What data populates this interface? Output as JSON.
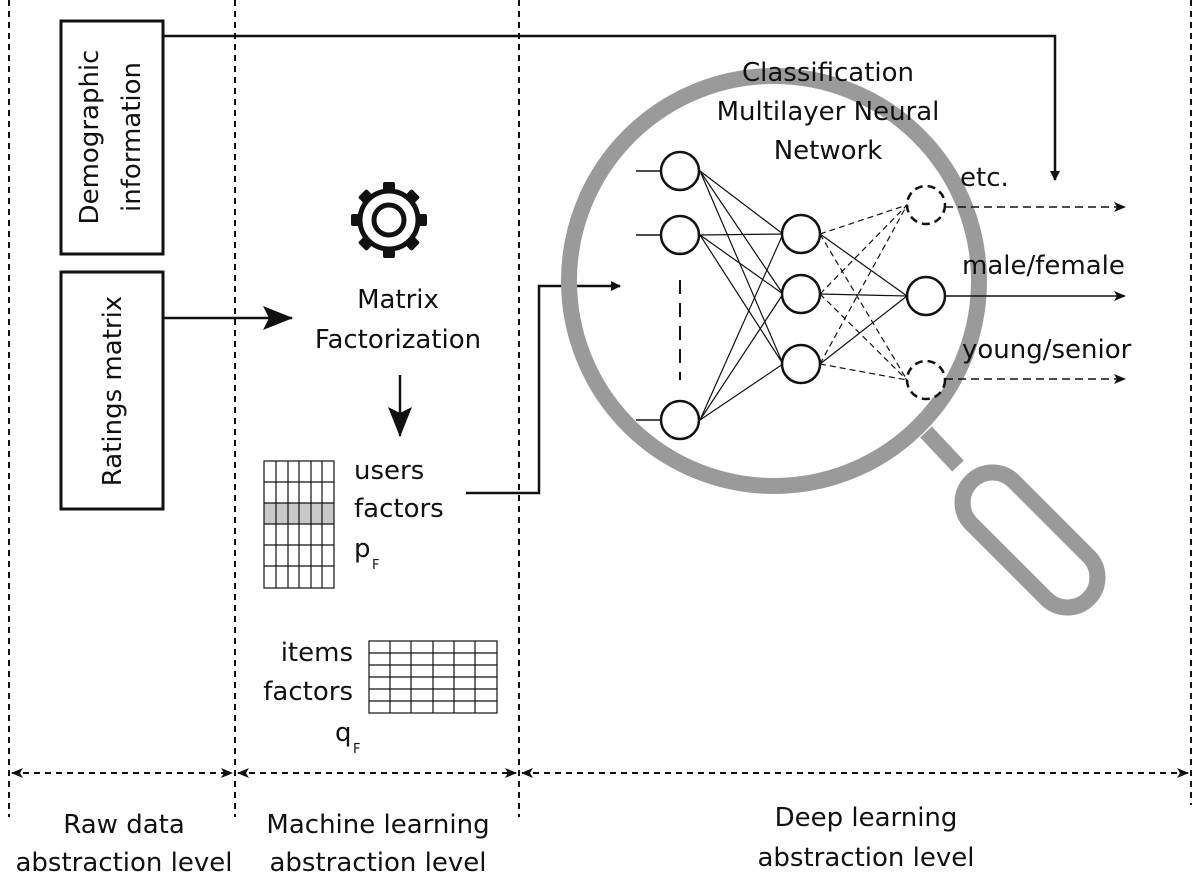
{
  "inputs": {
    "demographic": [
      "Demographic",
      "information"
    ],
    "ratings": "Ratings matrix"
  },
  "ml": {
    "process": [
      "Matrix",
      "Factorization"
    ],
    "users_factors": {
      "line1": "users",
      "line2": "factors",
      "symbol": "p",
      "subscript": "F"
    },
    "items_factors": {
      "line1": "items",
      "line2": "factors",
      "symbol": "q",
      "subscript": "F"
    }
  },
  "network": {
    "title": [
      "Classification",
      "Multilayer Neural",
      "Network"
    ],
    "outputs": [
      "etc.",
      "male/female",
      "young/senior"
    ]
  },
  "levels": {
    "raw": [
      "Raw data",
      "abstraction level"
    ],
    "ml": [
      "Machine learning",
      "abstraction level"
    ],
    "dl": [
      "Deep learning",
      "abstraction level"
    ]
  },
  "colors": {
    "stroke": "#111111",
    "magnifier": "#9a9a9a",
    "highlight_row": "#c8c8c8"
  }
}
